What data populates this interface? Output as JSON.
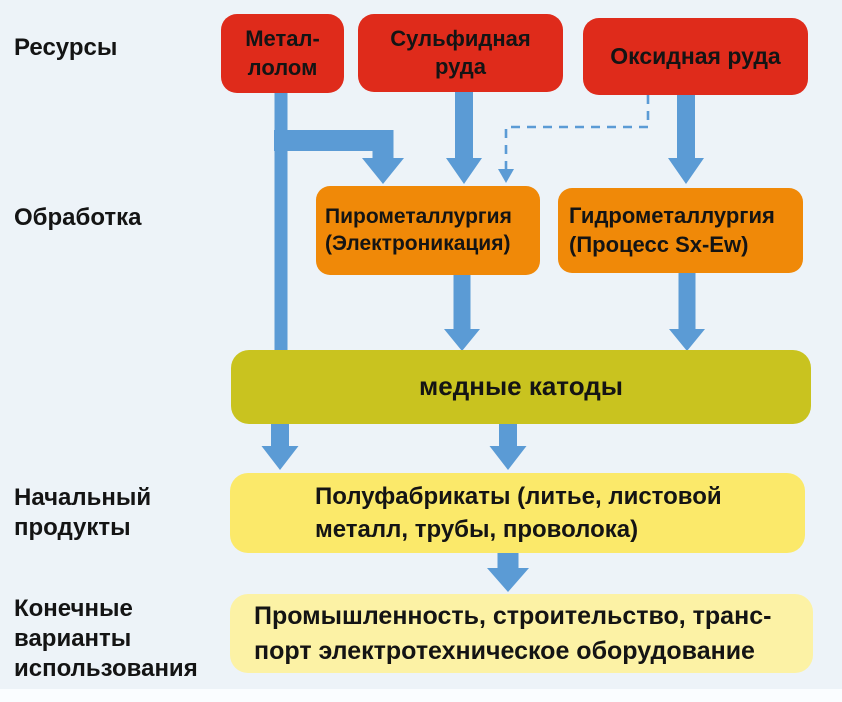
{
  "colors": {
    "background": "#edf3f8",
    "red": "#df2b1b",
    "orange": "#f08908",
    "olive": "#c9c31f",
    "yellow": "#fbe96a",
    "pale-yellow": "#fcf2a5",
    "arrow-blue": "#5b9bd5",
    "text": "#141414"
  },
  "row_labels": {
    "resources": "Ресурсы",
    "processing": "Обработка",
    "initial_products": "Начальный\nпродукты",
    "end_uses": "Конечные\nварианты\nиспользования"
  },
  "nodes": {
    "metal_scrap": "Метал-\nлолом",
    "sulfide_ore": "Сульфидная\nруда",
    "oxide_ore": "Оксидная руда",
    "pyrometallurgy": "Пирометаллургия\n(Электроникация)",
    "hydrometallurgy": "Гидрометаллургия\n(Процесс Sx-Ew)",
    "copper_cathodes": "медные катоды",
    "semi_finished_products": "Полуфабрикаты (литье, листовой\nметалл, трубы, проволока)",
    "end_use_sectors": "Промышленность, строительство, транс-\nпорт электротехническое оборудование"
  }
}
